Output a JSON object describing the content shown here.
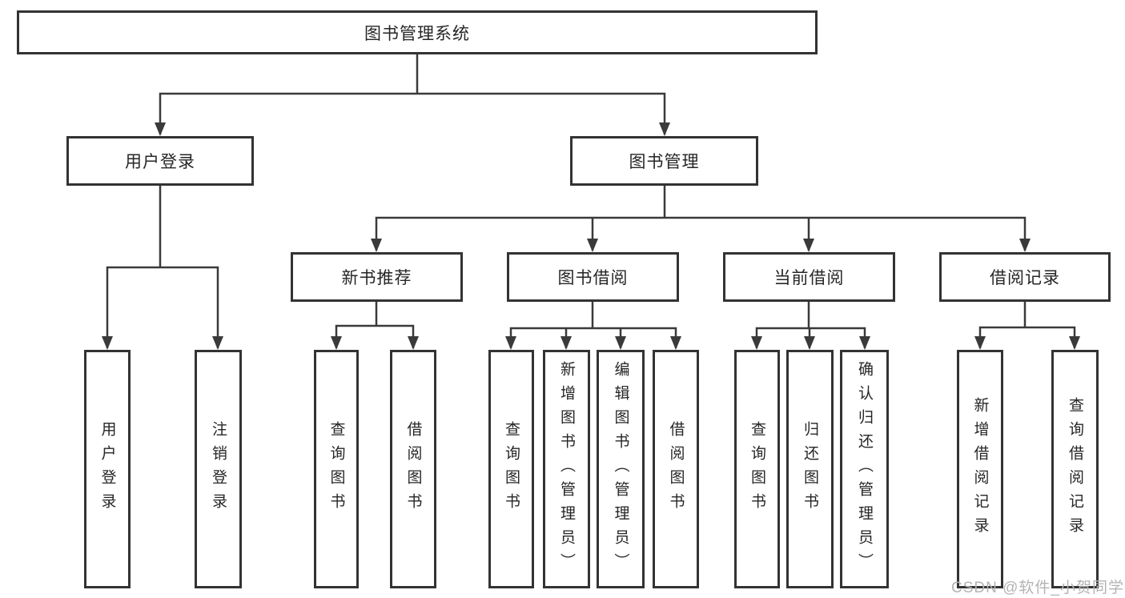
{
  "tree": {
    "label": "图书管理系统",
    "children": [
      {
        "label": "用户登录",
        "children": [
          {
            "label": "用户登录"
          },
          {
            "label": "注销登录"
          }
        ]
      },
      {
        "label": "图书管理",
        "children": [
          {
            "label": "新书推荐",
            "children": [
              {
                "label": "查询图书"
              },
              {
                "label": "借阅图书"
              }
            ]
          },
          {
            "label": "图书借阅",
            "children": [
              {
                "label": "查询图书"
              },
              {
                "label": "新增图书（管理员）"
              },
              {
                "label": "编辑图书（管理员）"
              },
              {
                "label": "借阅图书"
              }
            ]
          },
          {
            "label": "当前借阅",
            "children": [
              {
                "label": "查询图书"
              },
              {
                "label": "归还图书"
              },
              {
                "label": "确认归还（管理员）"
              }
            ]
          },
          {
            "label": "借阅记录",
            "children": [
              {
                "label": "新增借阅记录"
              },
              {
                "label": "查询借阅记录"
              }
            ]
          }
        ]
      }
    ]
  },
  "watermark": "CSDN @软件_小贺同学",
  "colors": {
    "line": "#3a3a3a",
    "box_border": "#333333",
    "text": "#262626",
    "watermark": "#b3b3b3",
    "background": "#ffffff"
  }
}
